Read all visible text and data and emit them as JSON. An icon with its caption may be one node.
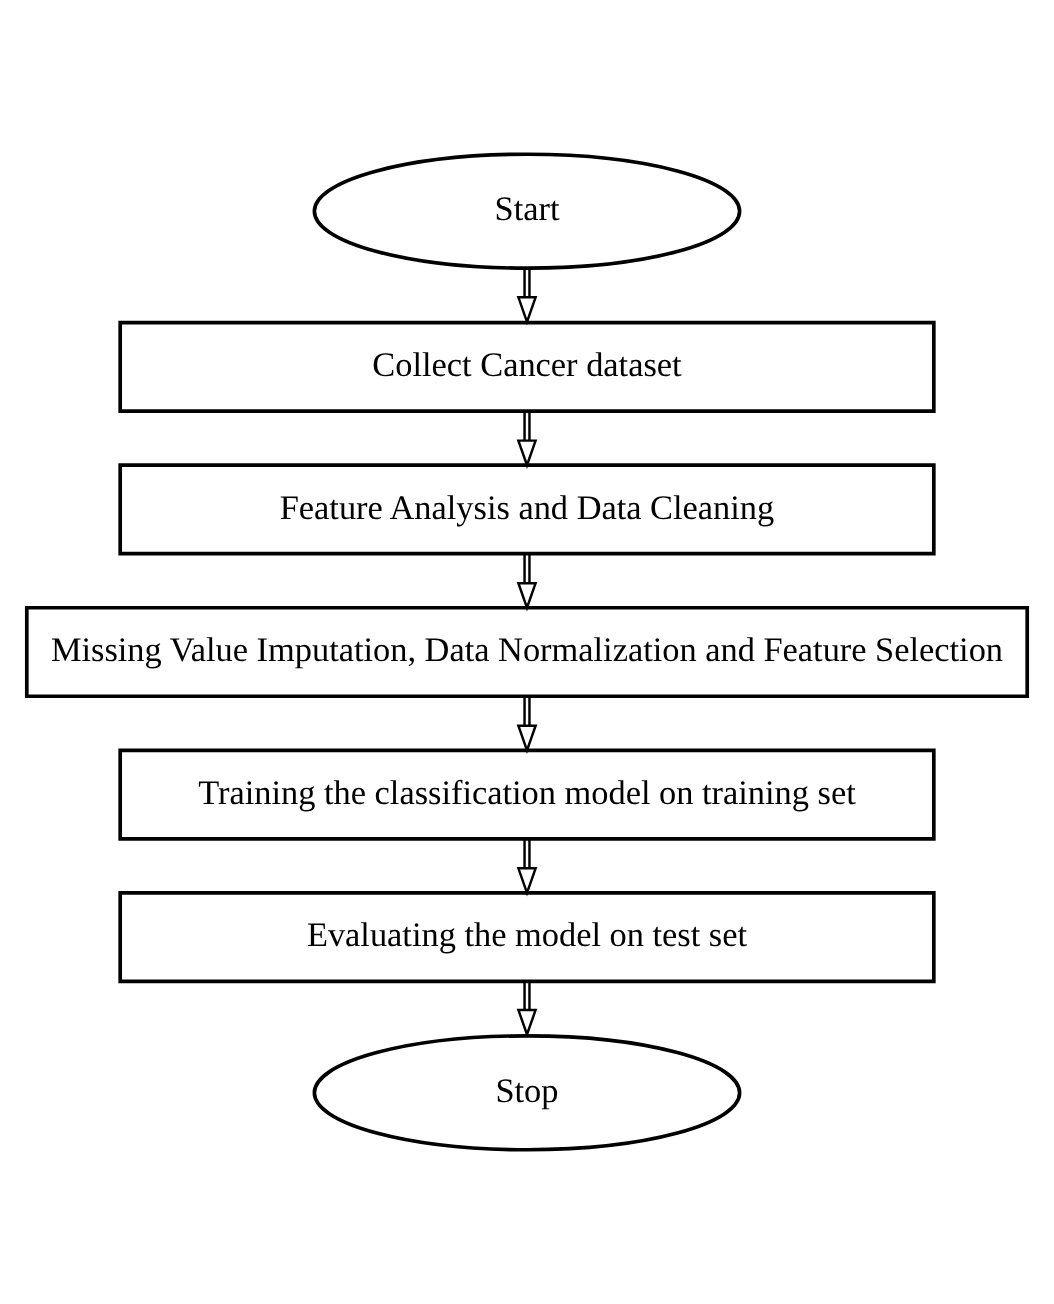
{
  "diagram": {
    "nodes": [
      {
        "text": [
          "Start"
        ]
      },
      {
        "text": [
          "Collect Cancer dataset"
        ]
      },
      {
        "text": [
          "Feature Analysis and Data Cleaning"
        ]
      },
      {
        "text": [
          "Missing Value Imputation, Data Normalization and Feature Selection"
        ]
      },
      {
        "text": [
          "Training the classification model on training set"
        ]
      },
      {
        "text": [
          "Evaluating the model on test set"
        ]
      },
      {
        "text": [
          "Stop"
        ]
      }
    ],
    "edges": [
      {
        "from": 0,
        "to": 1,
        "arrow": "to"
      },
      {
        "from": 1,
        "to": 2,
        "arrow": "to"
      },
      {
        "from": 2,
        "to": 3,
        "arrow": "to"
      },
      {
        "from": 3,
        "to": 4,
        "arrow": "to"
      },
      {
        "from": 4,
        "to": 5,
        "arrow": "to"
      },
      {
        "from": 5,
        "to": 6,
        "arrow": "to"
      }
    ]
  }
}
